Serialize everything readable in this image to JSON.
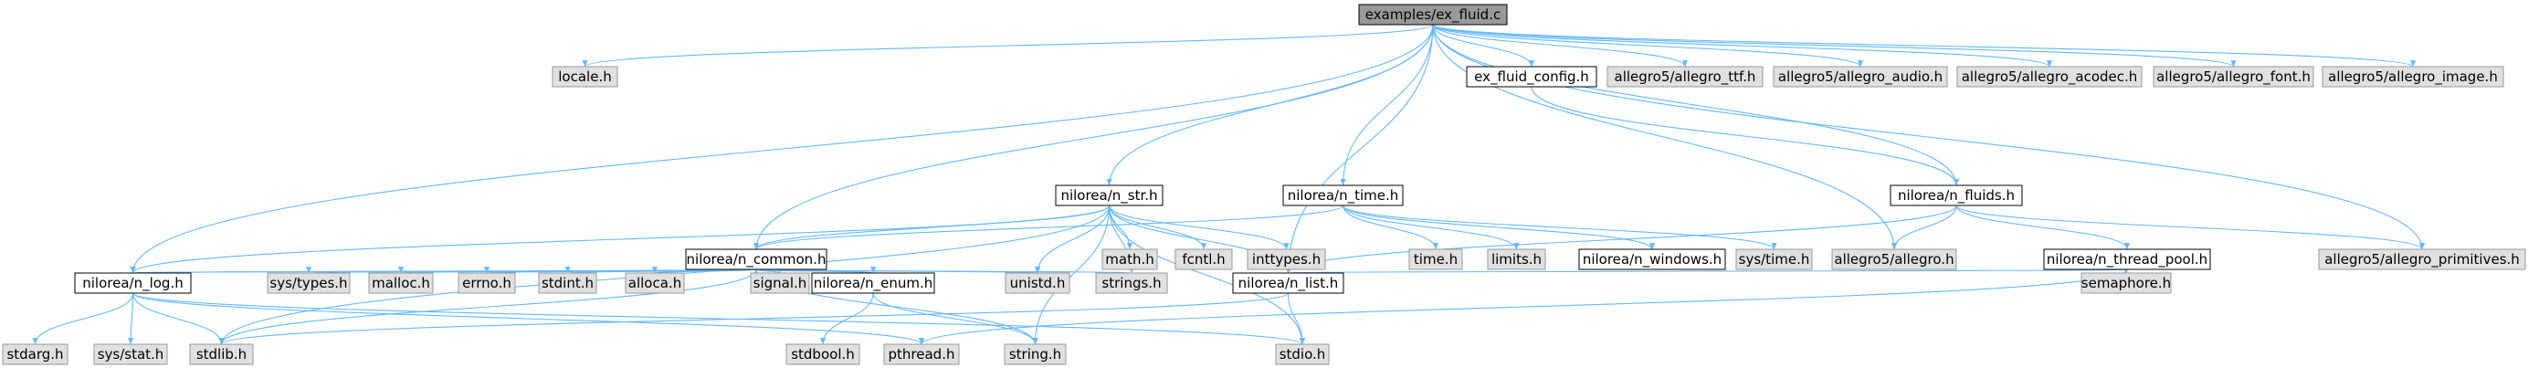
{
  "title": "examples/ex_fluid.c include dependency graph",
  "colors": {
    "root_fill": "#999999",
    "doc_fill": "#ffffff",
    "sys_fill": "#e0e0e0",
    "doc_border": "#000000",
    "sys_border": "#999999",
    "edge": "#63b8ff"
  },
  "nodes": [
    {
      "id": "ex_fluid_c",
      "label": "examples/ex_fluid.c",
      "kind": "root"
    },
    {
      "id": "locale_h",
      "label": "locale.h",
      "kind": "sys"
    },
    {
      "id": "ex_fluid_config_h",
      "label": "ex_fluid_config.h",
      "kind": "doc"
    },
    {
      "id": "allegro_ttf_h",
      "label": "allegro5/allegro_ttf.h",
      "kind": "sys"
    },
    {
      "id": "allegro_audio_h",
      "label": "allegro5/allegro_audio.h",
      "kind": "sys"
    },
    {
      "id": "allegro_acodec_h",
      "label": "allegro5/allegro_acodec.h",
      "kind": "sys"
    },
    {
      "id": "allegro_font_h",
      "label": "allegro5/allegro_font.h",
      "kind": "sys"
    },
    {
      "id": "allegro_image_h",
      "label": "allegro5/allegro_image.h",
      "kind": "sys"
    },
    {
      "id": "n_str_h",
      "label": "nilorea/n_str.h",
      "kind": "doc"
    },
    {
      "id": "n_time_h",
      "label": "nilorea/n_time.h",
      "kind": "doc"
    },
    {
      "id": "n_fluids_h",
      "label": "nilorea/n_fluids.h",
      "kind": "doc"
    },
    {
      "id": "n_common_h",
      "label": "nilorea/n_common.h",
      "kind": "doc"
    },
    {
      "id": "math_h",
      "label": "math.h",
      "kind": "sys"
    },
    {
      "id": "fcntl_h",
      "label": "fcntl.h",
      "kind": "sys"
    },
    {
      "id": "inttypes_h",
      "label": "inttypes.h",
      "kind": "sys"
    },
    {
      "id": "time_h",
      "label": "time.h",
      "kind": "sys"
    },
    {
      "id": "limits_h",
      "label": "limits.h",
      "kind": "sys"
    },
    {
      "id": "n_windows_h",
      "label": "nilorea/n_windows.h",
      "kind": "doc"
    },
    {
      "id": "sys_time_h",
      "label": "sys/time.h",
      "kind": "sys"
    },
    {
      "id": "allegro_h",
      "label": "allegro5/allegro.h",
      "kind": "sys"
    },
    {
      "id": "n_thread_pool_h",
      "label": "nilorea/n_thread_pool.h",
      "kind": "doc"
    },
    {
      "id": "allegro_primitives_h",
      "label": "allegro5/allegro_primitives.h",
      "kind": "sys"
    },
    {
      "id": "n_log_h",
      "label": "nilorea/n_log.h",
      "kind": "doc"
    },
    {
      "id": "sys_types_h",
      "label": "sys/types.h",
      "kind": "sys"
    },
    {
      "id": "malloc_h",
      "label": "malloc.h",
      "kind": "sys"
    },
    {
      "id": "errno_h",
      "label": "errno.h",
      "kind": "sys"
    },
    {
      "id": "stdint_h",
      "label": "stdint.h",
      "kind": "sys"
    },
    {
      "id": "alloca_h",
      "label": "alloca.h",
      "kind": "sys"
    },
    {
      "id": "signal_h",
      "label": "signal.h",
      "kind": "sys"
    },
    {
      "id": "n_enum_h",
      "label": "nilorea/n_enum.h",
      "kind": "doc"
    },
    {
      "id": "unistd_h",
      "label": "unistd.h",
      "kind": "sys"
    },
    {
      "id": "strings_h",
      "label": "strings.h",
      "kind": "sys"
    },
    {
      "id": "n_list_h",
      "label": "nilorea/n_list.h",
      "kind": "doc"
    },
    {
      "id": "semaphore_h",
      "label": "semaphore.h",
      "kind": "sys"
    },
    {
      "id": "stdarg_h",
      "label": "stdarg.h",
      "kind": "sys"
    },
    {
      "id": "sys_stat_h",
      "label": "sys/stat.h",
      "kind": "sys"
    },
    {
      "id": "stdlib_h",
      "label": "stdlib.h",
      "kind": "sys"
    },
    {
      "id": "stdbool_h",
      "label": "stdbool.h",
      "kind": "sys"
    },
    {
      "id": "pthread_h",
      "label": "pthread.h",
      "kind": "sys"
    },
    {
      "id": "string_h",
      "label": "string.h",
      "kind": "sys"
    },
    {
      "id": "stdio_h",
      "label": "stdio.h",
      "kind": "sys"
    }
  ],
  "edges": [
    [
      "ex_fluid_c",
      "locale_h"
    ],
    [
      "ex_fluid_c",
      "ex_fluid_config_h"
    ],
    [
      "ex_fluid_c",
      "allegro_ttf_h"
    ],
    [
      "ex_fluid_c",
      "allegro_audio_h"
    ],
    [
      "ex_fluid_c",
      "allegro_acodec_h"
    ],
    [
      "ex_fluid_c",
      "allegro_font_h"
    ],
    [
      "ex_fluid_c",
      "allegro_image_h"
    ],
    [
      "ex_fluid_c",
      "n_str_h"
    ],
    [
      "ex_fluid_c",
      "n_time_h"
    ],
    [
      "ex_fluid_c",
      "n_fluids_h"
    ],
    [
      "ex_fluid_c",
      "n_common_h"
    ],
    [
      "ex_fluid_c",
      "n_log_h"
    ],
    [
      "ex_fluid_c",
      "n_list_h"
    ],
    [
      "ex_fluid_c",
      "allegro_h"
    ],
    [
      "ex_fluid_c",
      "allegro_primitives_h"
    ],
    [
      "ex_fluid_config_h",
      "n_fluids_h"
    ],
    [
      "n_str_h",
      "n_common_h"
    ],
    [
      "n_str_h",
      "math_h"
    ],
    [
      "n_str_h",
      "fcntl_h"
    ],
    [
      "n_str_h",
      "inttypes_h"
    ],
    [
      "n_str_h",
      "unistd_h"
    ],
    [
      "n_str_h",
      "strings_h"
    ],
    [
      "n_str_h",
      "n_list_h"
    ],
    [
      "n_str_h",
      "stdlib_h"
    ],
    [
      "n_str_h",
      "string_h"
    ],
    [
      "n_str_h",
      "stdio_h"
    ],
    [
      "n_str_h",
      "n_log_h"
    ],
    [
      "n_time_h",
      "n_common_h"
    ],
    [
      "n_time_h",
      "time_h"
    ],
    [
      "n_time_h",
      "limits_h"
    ],
    [
      "n_time_h",
      "n_windows_h"
    ],
    [
      "n_time_h",
      "sys_time_h"
    ],
    [
      "n_fluids_h",
      "allegro_h"
    ],
    [
      "n_fluids_h",
      "allegro_primitives_h"
    ],
    [
      "n_fluids_h",
      "n_thread_pool_h"
    ],
    [
      "n_fluids_h",
      "n_list_h"
    ],
    [
      "n_common_h",
      "n_log_h"
    ],
    [
      "n_common_h",
      "sys_types_h"
    ],
    [
      "n_common_h",
      "malloc_h"
    ],
    [
      "n_common_h",
      "errno_h"
    ],
    [
      "n_common_h",
      "stdint_h"
    ],
    [
      "n_common_h",
      "alloca_h"
    ],
    [
      "n_common_h",
      "signal_h"
    ],
    [
      "n_common_h",
      "n_enum_h"
    ],
    [
      "n_common_h",
      "unistd_h"
    ],
    [
      "n_common_h",
      "strings_h"
    ],
    [
      "n_common_h",
      "stdlib_h"
    ],
    [
      "n_common_h",
      "string_h"
    ],
    [
      "n_log_h",
      "n_common_h"
    ],
    [
      "n_log_h",
      "stdarg_h"
    ],
    [
      "n_log_h",
      "sys_stat_h"
    ],
    [
      "n_log_h",
      "stdlib_h"
    ],
    [
      "n_log_h",
      "pthread_h"
    ],
    [
      "n_log_h",
      "stdio_h"
    ],
    [
      "n_enum_h",
      "stdbool_h"
    ],
    [
      "n_enum_h",
      "string_h"
    ],
    [
      "n_thread_pool_h",
      "n_list_h"
    ],
    [
      "n_thread_pool_h",
      "semaphore_h"
    ],
    [
      "n_thread_pool_h",
      "pthread_h"
    ],
    [
      "n_list_h",
      "stdio_h"
    ],
    [
      "n_list_h",
      "stdlib_h"
    ]
  ]
}
